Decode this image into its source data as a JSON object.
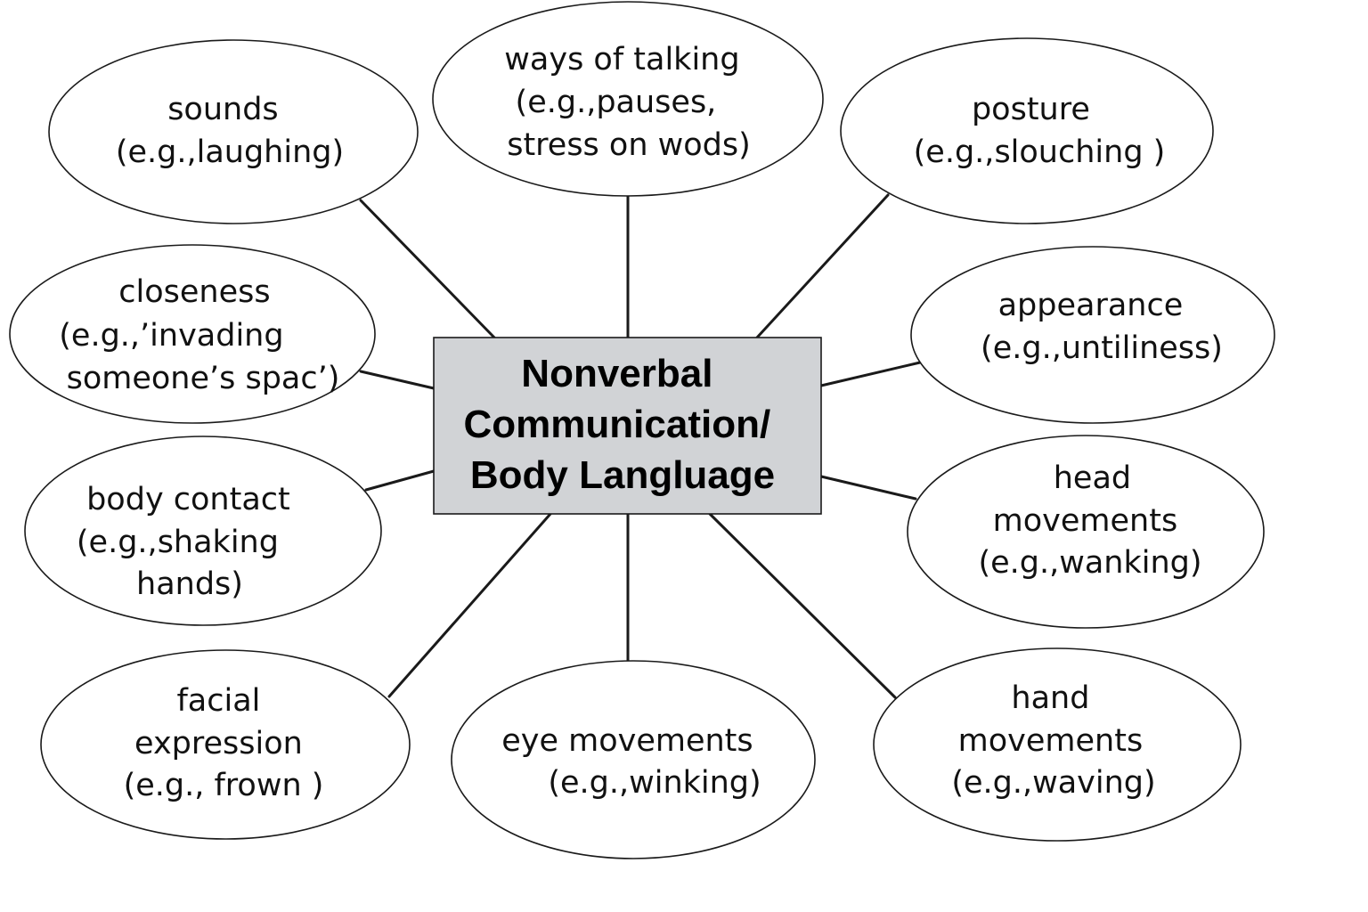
{
  "center": {
    "lines": [
      "Nonverbal",
      "Communication/",
      "Body Langluage"
    ]
  },
  "nodes": [
    {
      "id": "sounds",
      "lines": [
        "sounds",
        "(e.g.,laughing)"
      ]
    },
    {
      "id": "ways-of-talking",
      "lines": [
        "ways of talking",
        "(e.g.,pauses,",
        "stress on wods)"
      ]
    },
    {
      "id": "posture",
      "lines": [
        "posture",
        "(e.g.,slouching )"
      ]
    },
    {
      "id": "closeness",
      "lines": [
        "closeness",
        "(e.g.,’invading",
        "someone’s spac’)"
      ]
    },
    {
      "id": "appearance",
      "lines": [
        "appearance",
        "(e.g.,untiliness)"
      ]
    },
    {
      "id": "body-contact",
      "lines": [
        "body contact",
        "(e.g.,shaking",
        "hands)"
      ]
    },
    {
      "id": "head-movements",
      "lines": [
        "head",
        "movements",
        "(e.g.,wanking)"
      ]
    },
    {
      "id": "facial-expression",
      "lines": [
        "facial",
        "expression",
        "(e.g., frown )"
      ]
    },
    {
      "id": "eye-movements",
      "lines": [
        "eye movements",
        "(e.g.,winking)"
      ]
    },
    {
      "id": "hand-movements",
      "lines": [
        "hand",
        "movements",
        "(e.g.,waving)"
      ]
    }
  ]
}
